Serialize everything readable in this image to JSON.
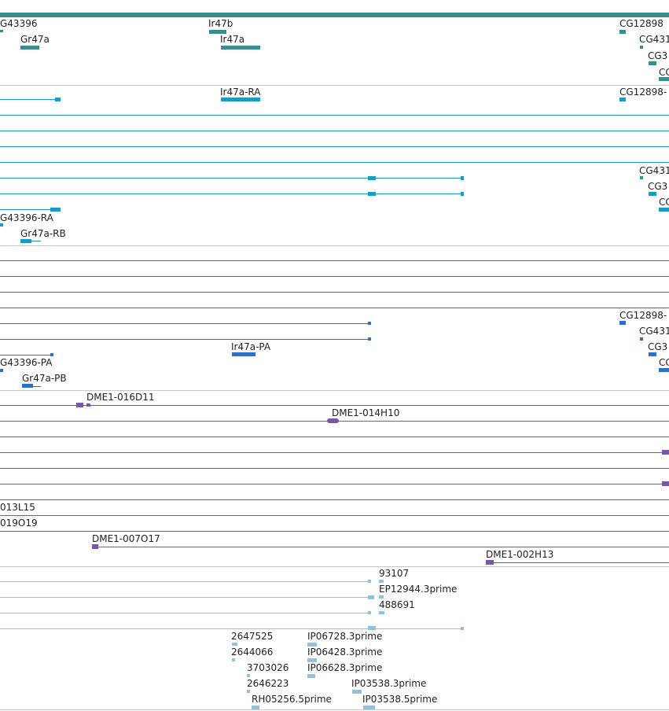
{
  "colors": {
    "gene": "#3a8d8d",
    "transcript": "#1a9bc0",
    "protein": "#2f6fc8",
    "clone": "#7a55a8",
    "est": "#8ec3e0",
    "separator": "#c8c8c8"
  },
  "tracks": {
    "gene": {
      "labels": [
        "G43396",
        "Ir47b",
        "CG12898",
        "Gr47a",
        "Ir47a",
        "CG431",
        "CG3",
        "CC"
      ]
    },
    "transcript": {
      "labels": [
        "Ir47a-RA",
        "CG12898-",
        "CG431",
        "CG3",
        "CC",
        "G43396-RA",
        "Gr47a-RB"
      ]
    },
    "protein": {
      "labels": [
        "CG12898-",
        "CG431",
        "Ir47a-PA",
        "CG3",
        "G43396-PA",
        "CC",
        "Gr47a-PB"
      ]
    },
    "clone": {
      "labels": [
        "DME1-016D11",
        "DME1-014H10",
        "013L15",
        "019O19",
        "DME1-007O17",
        "DME1-002H13"
      ]
    },
    "est": {
      "labels": [
        "93107",
        "EP12944.3prime",
        "488691",
        "2647525",
        "IP06728.3prime",
        "2644066",
        "IP06428.3prime",
        "3703026",
        "IP06628.3prime",
        "2646223",
        "IP03538.3prime",
        "RH05256.5prime",
        "IP03538.5prime"
      ]
    }
  }
}
